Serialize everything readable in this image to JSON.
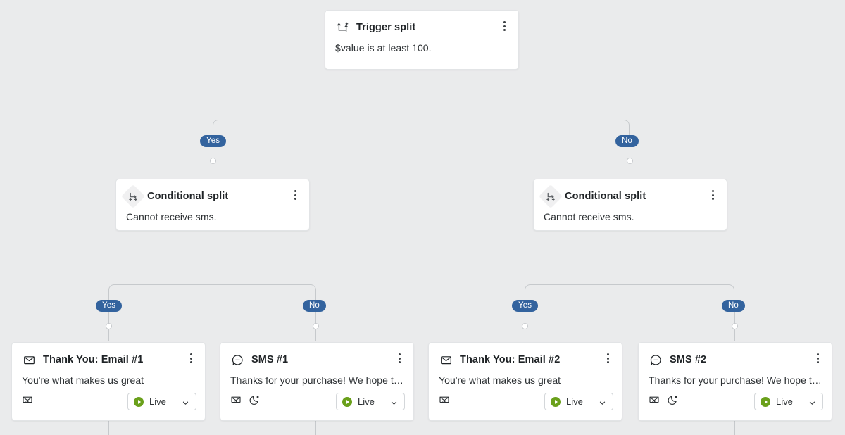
{
  "canvas": {
    "background": "#eaebec",
    "connector_color": "#c6c9cc",
    "branch_badge_color": "#33639e",
    "status_green": "#6aa01b"
  },
  "nodes": {
    "trigger": {
      "icon": "trigger-split-icon",
      "title": "Trigger split",
      "body": "$value is at least 100."
    },
    "conditional_left": {
      "icon": "conditional-split-icon",
      "title": "Conditional split",
      "body": "Cannot receive sms."
    },
    "conditional_right": {
      "icon": "conditional-split-icon",
      "title": "Conditional split",
      "body": "Cannot receive sms."
    },
    "email1": {
      "icon": "envelope-icon",
      "title": "Thank You: Email #1",
      "body": "You're what makes us great",
      "foot_icons": [
        "envelope-check-icon"
      ],
      "status": "Live"
    },
    "sms1": {
      "icon": "chat-bubble-icon",
      "title": "SMS #1",
      "body": "Thanks for your purchase! We hope that ...",
      "foot_icons": [
        "envelope-check-icon",
        "moon-icon"
      ],
      "status": "Live"
    },
    "email2": {
      "icon": "envelope-icon",
      "title": "Thank You: Email #2",
      "body": "You're what makes us great",
      "foot_icons": [
        "envelope-check-icon"
      ],
      "status": "Live"
    },
    "sms2": {
      "icon": "chat-bubble-icon",
      "title": "SMS #2",
      "body": "Thanks for your purchase! We hope that ...",
      "foot_icons": [
        "envelope-check-icon",
        "moon-icon"
      ],
      "status": "Live"
    }
  },
  "branches": {
    "trigger_yes": "Yes",
    "trigger_no": "No",
    "left_yes": "Yes",
    "left_no": "No",
    "right_yes": "Yes",
    "right_no": "No"
  }
}
